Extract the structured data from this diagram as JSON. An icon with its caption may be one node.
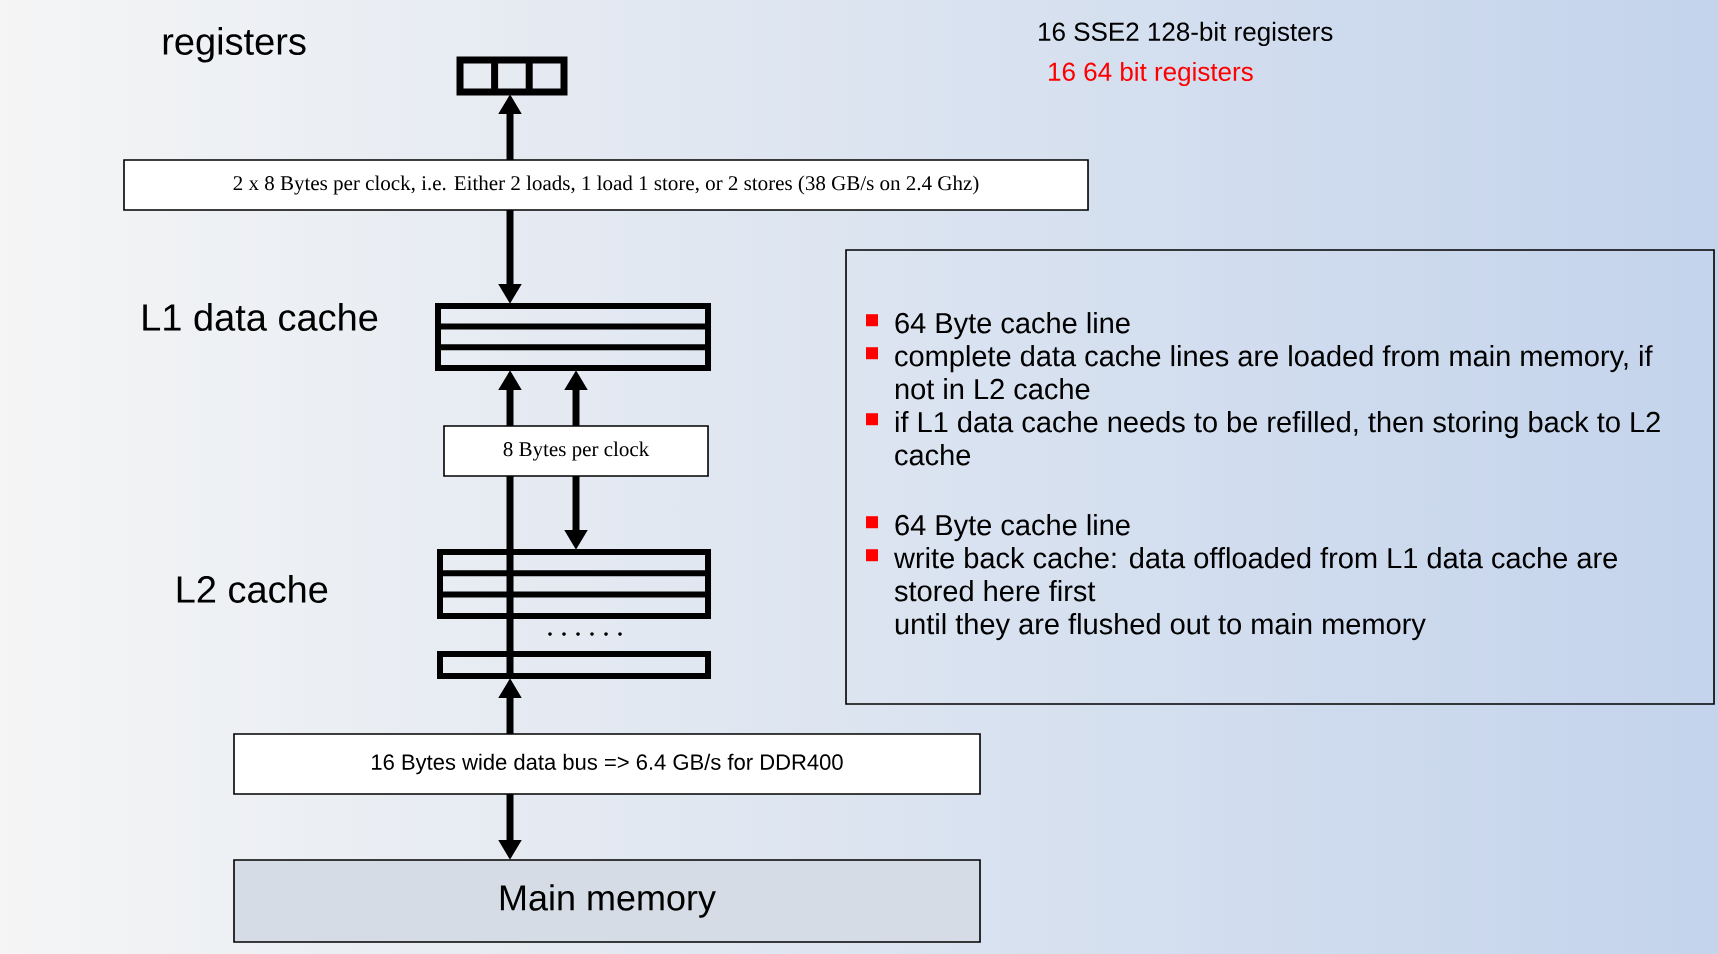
{
  "diagram": {
    "nodes": [
      {
        "text": [],
        "shape": "box",
        "beside": [
          "registers"
        ]
      },
      {
        "text": [
          "2 x 8 Bytes per clock, i.e. Either 2 loads, 1 load 1 store, or 2 stores    (38 GB/s on 2.4 Ghz)"
        ]
      },
      {
        "text": [],
        "shape": "box",
        "beside": [
          "L1 data cache"
        ]
      },
      {
        "text": [
          "8 Bytes per clock"
        ]
      },
      {
        "text": [],
        "shape": "box",
        "beside": [
          "L2 cache"
        ]
      },
      {
        "text": [
          "16 Bytes wide data bus => 6.4 GB/s for DDR400"
        ]
      },
      {
        "text": [
          "Main memory"
        ]
      },
      {
        "text": [
          "64 Byte cache line",
          "complete data cache lines are loaded from main memory, if not in L2 cache",
          "if L1 data cache needs to be refilled, then storing back to L2 cache",
          "64 Byte cache line",
          "write back cache: data offloaded  from L1 data cache are stored here first",
          "until they are flushed out to main memory"
        ]
      }
    ],
    "edges": [
      {
        "from": 1,
        "to": 0,
        "arrow": "to"
      },
      {
        "from": 1,
        "to": 2,
        "arrow": "to"
      },
      {
        "from": 3,
        "to": 2,
        "arrow": "to"
      },
      {
        "from": 3,
        "to": 2,
        "arrow": "to"
      },
      {
        "from": 3,
        "to": 4,
        "arrow": "to"
      },
      {
        "from": 5,
        "to": 4,
        "arrow": "to"
      },
      {
        "from": 5,
        "to": 6,
        "arrow": "to"
      },
      {
        "from": 4,
        "to": 3,
        "arrow": "none"
      }
    ],
    "labels": [
      "16 SSE2 128-bit registers",
      "16 64 bit registers"
    ]
  }
}
